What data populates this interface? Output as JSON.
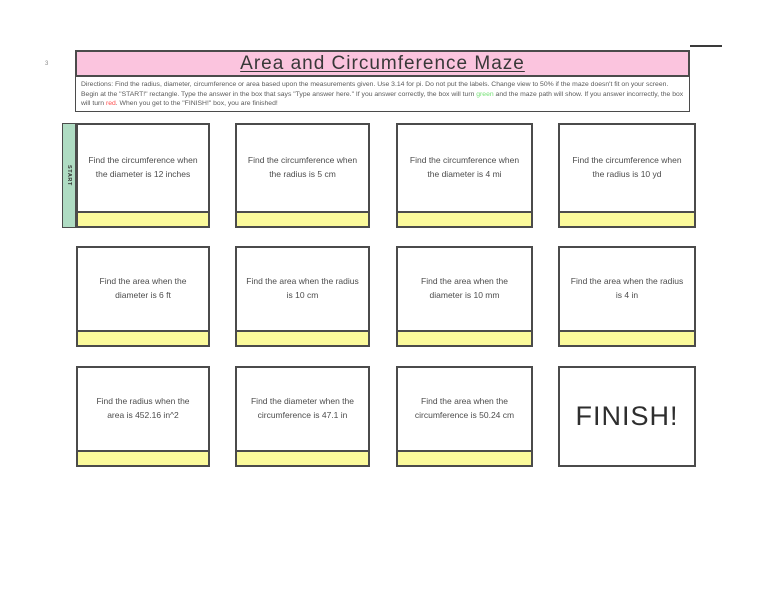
{
  "page": {
    "number": "3"
  },
  "header": {
    "title": "Area and Circumference Maze",
    "fill": "#FBC4DE"
  },
  "directions": {
    "part1": "Directions: Find the radius, diameter, circumference or area based upon the measurements given.  Use 3.14 for pi. Do not put the labels. Change view to 50% if the maze doesn't fit on your screen. Begin at the \"START!\" rectangle. Type the answer in the box that says \"Type answer here.\" If you answer correctly, the box will turn ",
    "green_word": "green",
    "part2": " and the maze path will show. If you answer incorrectly, the box will turn ",
    "red_word": "red",
    "part3": ". When you get to the \"FINISH!\" box, you are finished!",
    "green_color": "#70DF70",
    "red_color": "#FF4A4A"
  },
  "start_tab": {
    "label": "START",
    "fill": "#AFDCC3"
  },
  "cards": [
    {
      "text": "Find the circumference when the diameter is 12 inches"
    },
    {
      "text": "Find the circumference when the radius is 5 cm"
    },
    {
      "text": "Find the circumference when the diameter is 4 mi"
    },
    {
      "text": "Find the circumference when the radius is 10 yd"
    },
    {
      "text": "Find the area when the diameter is 6 ft"
    },
    {
      "text": "Find the area when the radius is 10 cm"
    },
    {
      "text": "Find the area when the diameter is 10 mm"
    },
    {
      "text": "Find the area when the radius is 4 in"
    },
    {
      "text": "Find the radius when the area is 452.16 in^2"
    },
    {
      "text": "Find the diameter when the circumference is 47.1 in"
    },
    {
      "text": "Find the area when the circumference is 50.24 cm"
    }
  ],
  "finish": {
    "label": "FINISH!"
  },
  "colors": {
    "answer_fill": "#FBFA9B",
    "border": "#4B4B4B"
  }
}
